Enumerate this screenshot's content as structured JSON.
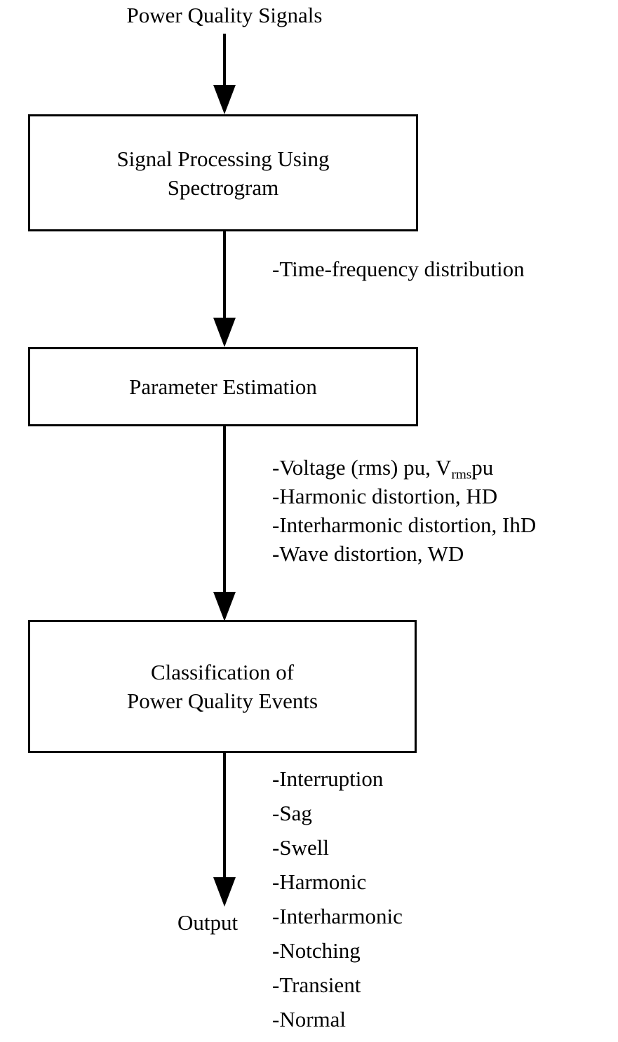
{
  "diagram": {
    "title": "Power Quality Signals",
    "output_label": "Output",
    "edge_label_time_frequency": "-Time-frequency distribution",
    "boxes": [
      {
        "id": "signal-processing",
        "label": "Signal Processing Using\nSpectrogram"
      },
      {
        "id": "parameter-estimation",
        "label": "Parameter Estimation"
      },
      {
        "id": "classification",
        "label": "Classification of\nPower Quality Events"
      }
    ],
    "parameter_list": [
      {
        "prefix": "-Voltage (rms) pu, V",
        "sub": "rms",
        "suffix": "pu"
      },
      {
        "prefix": "-Harmonic distortion, HD",
        "sub": "",
        "suffix": ""
      },
      {
        "prefix": "-Interharmonic distortion, IhD",
        "sub": "",
        "suffix": ""
      },
      {
        "prefix": "-Wave distortion, WD",
        "sub": "",
        "suffix": ""
      }
    ],
    "event_list": [
      "-Interruption",
      "-Sag",
      "-Swell",
      "-Harmonic",
      "-Interharmonic",
      "-Notching",
      "-Transient",
      "-Normal"
    ],
    "colors": {
      "background": "#ffffff",
      "stroke": "#000000",
      "text": "#000000"
    }
  }
}
